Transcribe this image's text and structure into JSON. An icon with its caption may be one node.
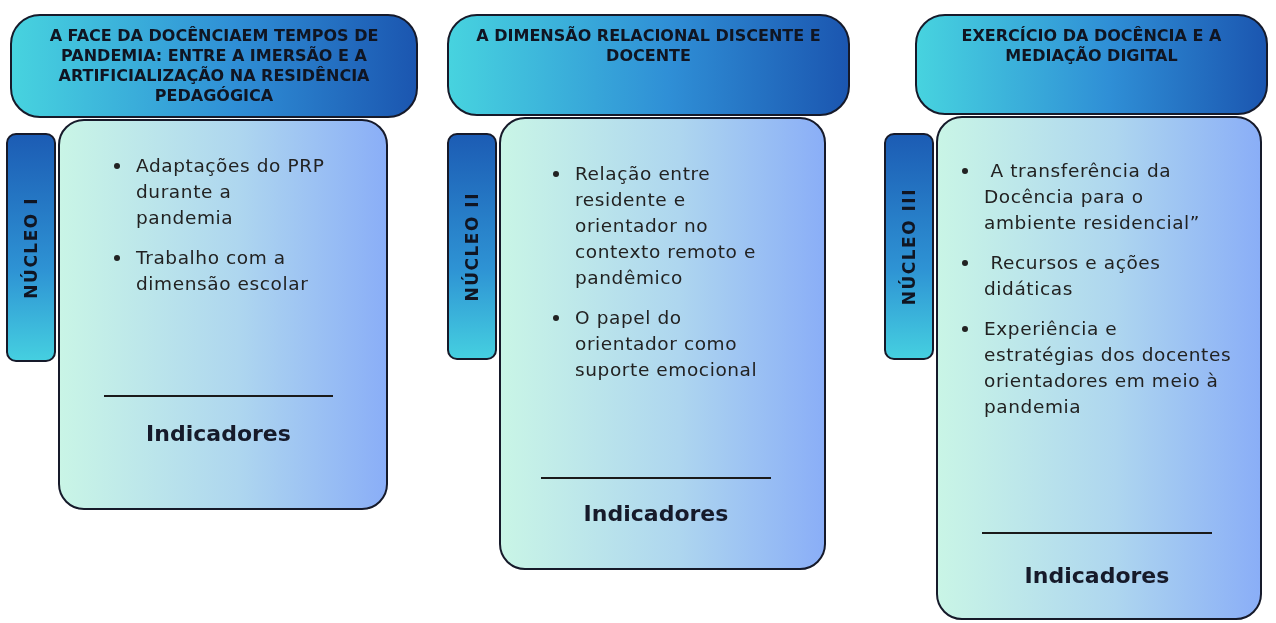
{
  "diagram": {
    "nodes": [
      {
        "text": [
          "A FACE DA DOCÊNCIAEM TEMPOS DE PANDEMIA: ENTRE A IMERSÃO E A ARTIFICIALIZAÇÃO NA RESIDÊNCIA PEDAGÓGICA"
        ]
      },
      {
        "text": [
          "NÚCLEO I"
        ]
      },
      {
        "text": [
          "Adaptações do PRP durante a pandemia",
          "Trabalho com a dimensão escolar",
          "Indicadores"
        ]
      },
      {
        "text": [
          "A DIMENSÃO RELACIONAL DISCENTE E DOCENTE"
        ]
      },
      {
        "text": [
          "NÚCLEO II"
        ]
      },
      {
        "text": [
          "Relação entre residente e orientador no contexto remoto e pandêmico",
          "O papel do orientador como suporte emocional",
          "Indicadores"
        ]
      },
      {
        "text": [
          "EXERCÍCIO DA DOCÊNCIA E A MEDIAÇÃO DIGITAL"
        ]
      },
      {
        "text": [
          "NÚCLEO III"
        ]
      },
      {
        "text": [
          " A transferência da Docência para o ambiente residencial”",
          " Recursos e ações didáticas",
          "Experiência e estratégias dos docentes orientadores em meio à pandemia",
          "Indicadores"
        ]
      }
    ]
  }
}
